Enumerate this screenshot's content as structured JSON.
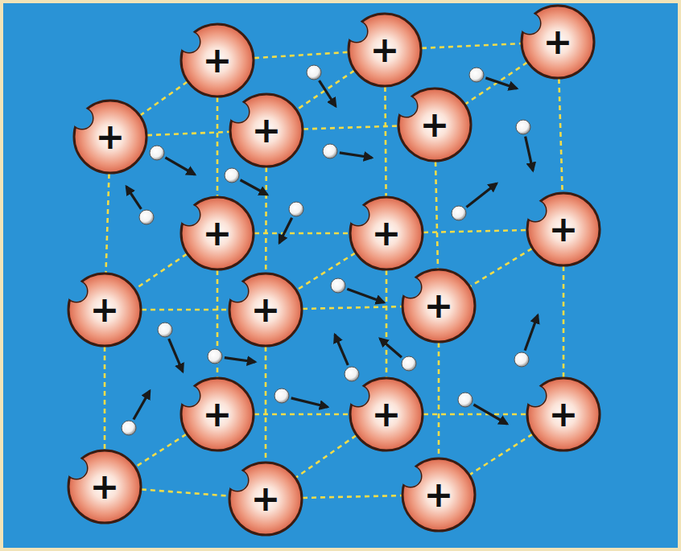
{
  "diagram": {
    "nodes": [
      {
        "text": [
          "+"
        ]
      },
      {
        "text": [
          "+"
        ]
      },
      {
        "text": [
          "+"
        ]
      },
      {
        "text": [
          "+"
        ]
      },
      {
        "text": [
          "+"
        ]
      },
      {
        "text": [
          "+"
        ]
      },
      {
        "text": [
          "+"
        ]
      },
      {
        "text": [
          "+"
        ]
      },
      {
        "text": [
          "+"
        ]
      },
      {
        "text": [
          "+"
        ]
      },
      {
        "text": [
          "+"
        ]
      },
      {
        "text": [
          "+"
        ]
      },
      {
        "text": [
          "+"
        ]
      },
      {
        "text": [
          "+"
        ]
      },
      {
        "text": [
          "+"
        ]
      },
      {
        "text": [
          "+"
        ]
      },
      {
        "text": [
          "+"
        ]
      },
      {
        "text": [
          "+"
        ]
      }
    ],
    "edges": [
      {
        "from": 0,
        "to": 1,
        "arrow": "none"
      },
      {
        "from": 1,
        "to": 2,
        "arrow": "none"
      },
      {
        "from": 3,
        "to": 4,
        "arrow": "none"
      },
      {
        "from": 4,
        "to": 5,
        "arrow": "none"
      },
      {
        "from": 6,
        "to": 7,
        "arrow": "none"
      },
      {
        "from": 7,
        "to": 8,
        "arrow": "none"
      },
      {
        "from": 9,
        "to": 10,
        "arrow": "none"
      },
      {
        "from": 10,
        "to": 11,
        "arrow": "none"
      },
      {
        "from": 12,
        "to": 13,
        "arrow": "none"
      },
      {
        "from": 13,
        "to": 14,
        "arrow": "none"
      },
      {
        "from": 15,
        "to": 16,
        "arrow": "none"
      },
      {
        "from": 16,
        "to": 17,
        "arrow": "none"
      },
      {
        "from": 0,
        "to": 6,
        "arrow": "none"
      },
      {
        "from": 6,
        "to": 12,
        "arrow": "none"
      },
      {
        "from": 1,
        "to": 7,
        "arrow": "none"
      },
      {
        "from": 7,
        "to": 13,
        "arrow": "none"
      },
      {
        "from": 2,
        "to": 8,
        "arrow": "none"
      },
      {
        "from": 8,
        "to": 14,
        "arrow": "none"
      },
      {
        "from": 3,
        "to": 9,
        "arrow": "none"
      },
      {
        "from": 9,
        "to": 15,
        "arrow": "none"
      },
      {
        "from": 4,
        "to": 10,
        "arrow": "none"
      },
      {
        "from": 10,
        "to": 16,
        "arrow": "none"
      },
      {
        "from": 5,
        "to": 11,
        "arrow": "none"
      },
      {
        "from": 11,
        "to": 17,
        "arrow": "none"
      },
      {
        "from": 0,
        "to": 3,
        "arrow": "none"
      },
      {
        "from": 1,
        "to": 4,
        "arrow": "none"
      },
      {
        "from": 2,
        "to": 5,
        "arrow": "none"
      },
      {
        "from": 6,
        "to": 9,
        "arrow": "none"
      },
      {
        "from": 7,
        "to": 10,
        "arrow": "none"
      },
      {
        "from": 8,
        "to": 11,
        "arrow": "none"
      },
      {
        "from": 12,
        "to": 15,
        "arrow": "none"
      },
      {
        "from": 13,
        "to": 16,
        "arrow": "none"
      },
      {
        "from": 14,
        "to": 17,
        "arrow": "none"
      }
    ]
  }
}
